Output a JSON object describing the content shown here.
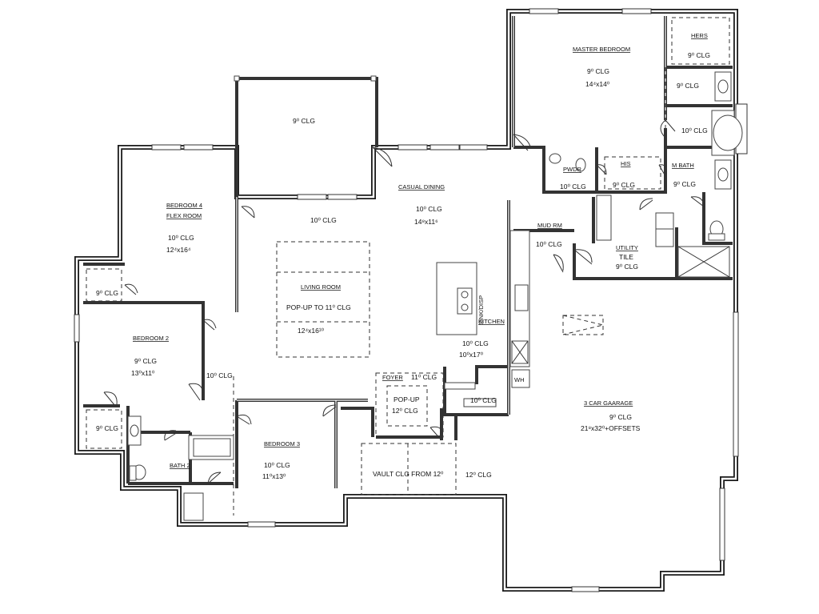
{
  "rooms": {
    "master_bedroom": {
      "name": "MASTER BEDROOM",
      "ceiling": "9⁰ CLG",
      "size": "14⁴x14⁰"
    },
    "hers": {
      "name": "HERS",
      "ceiling": "9⁰ CLG"
    },
    "master_bath_vanity": {
      "ceiling": "9⁰ CLG"
    },
    "master_bath_tub": {
      "ceiling": "10⁰ CLG"
    },
    "m_bath": {
      "name": "M BATH",
      "ceiling": "9⁰ CLG"
    },
    "his": {
      "name": "HIS",
      "ceiling": "9⁰ CLG"
    },
    "pwdr": {
      "name": "PWDR",
      "ceiling": "10⁰ CLG"
    },
    "mud_rm": {
      "name": "MUD RM",
      "ceiling": "10⁰ CLG"
    },
    "utility": {
      "name": "UTILITY",
      "floor": "TILE",
      "ceiling": "9⁰ CLG"
    },
    "porch": {
      "ceiling": "9⁰ CLG"
    },
    "casual_dining": {
      "name": "CASUAL DINING",
      "ceiling": "10⁰ CLG",
      "size": "14⁸x11⁶"
    },
    "living_area": {
      "ceiling": "10⁰ CLG"
    },
    "living_room": {
      "name": "LIVING ROOM",
      "ceiling": "POP-UP TO 11⁰ CLG",
      "size": "12⁴x16¹⁰"
    },
    "kitchen": {
      "name": "KITCHEN",
      "ceiling": "10⁰ CLG",
      "size": "10⁰x17⁰",
      "sink_label": "SINK/DISP"
    },
    "bedroom4": {
      "name": "BEDROOM 4",
      "subtitle": "FLEX ROOM",
      "ceiling": "10⁰ CLG",
      "size": "12⁴x16⁴"
    },
    "closet_b4": {
      "ceiling": "9⁰ CLG"
    },
    "bedroom2": {
      "name": "BEDROOM 2",
      "ceiling": "9⁰ CLG",
      "size": "13⁰x11⁰"
    },
    "closet_b2": {
      "ceiling": "9⁰ CLG"
    },
    "hall": {
      "ceiling": "10⁰ CLG"
    },
    "bath2": {
      "name": "BATH 2"
    },
    "bedroom3": {
      "name": "BEDROOM 3",
      "ceiling": "10⁰ CLG",
      "size": "11⁰x13⁰"
    },
    "foyer": {
      "name": "FOYER",
      "ceiling": "11⁰ CLG",
      "popup": "POP-UP",
      "popup_ceiling": "12⁰ CLG"
    },
    "pantry": {
      "ceiling": "10⁰ CLG"
    },
    "front_porch": {
      "ceiling": "VAULT CLG FROM 12⁰",
      "side_ceiling": "12⁰ CLG"
    },
    "garage": {
      "name": "3 CAR GAARAGE",
      "ceiling": "9⁰ CLG",
      "size": "21⁸x32⁰+OFFSETS"
    },
    "water_heater": {
      "label": "WH"
    }
  }
}
